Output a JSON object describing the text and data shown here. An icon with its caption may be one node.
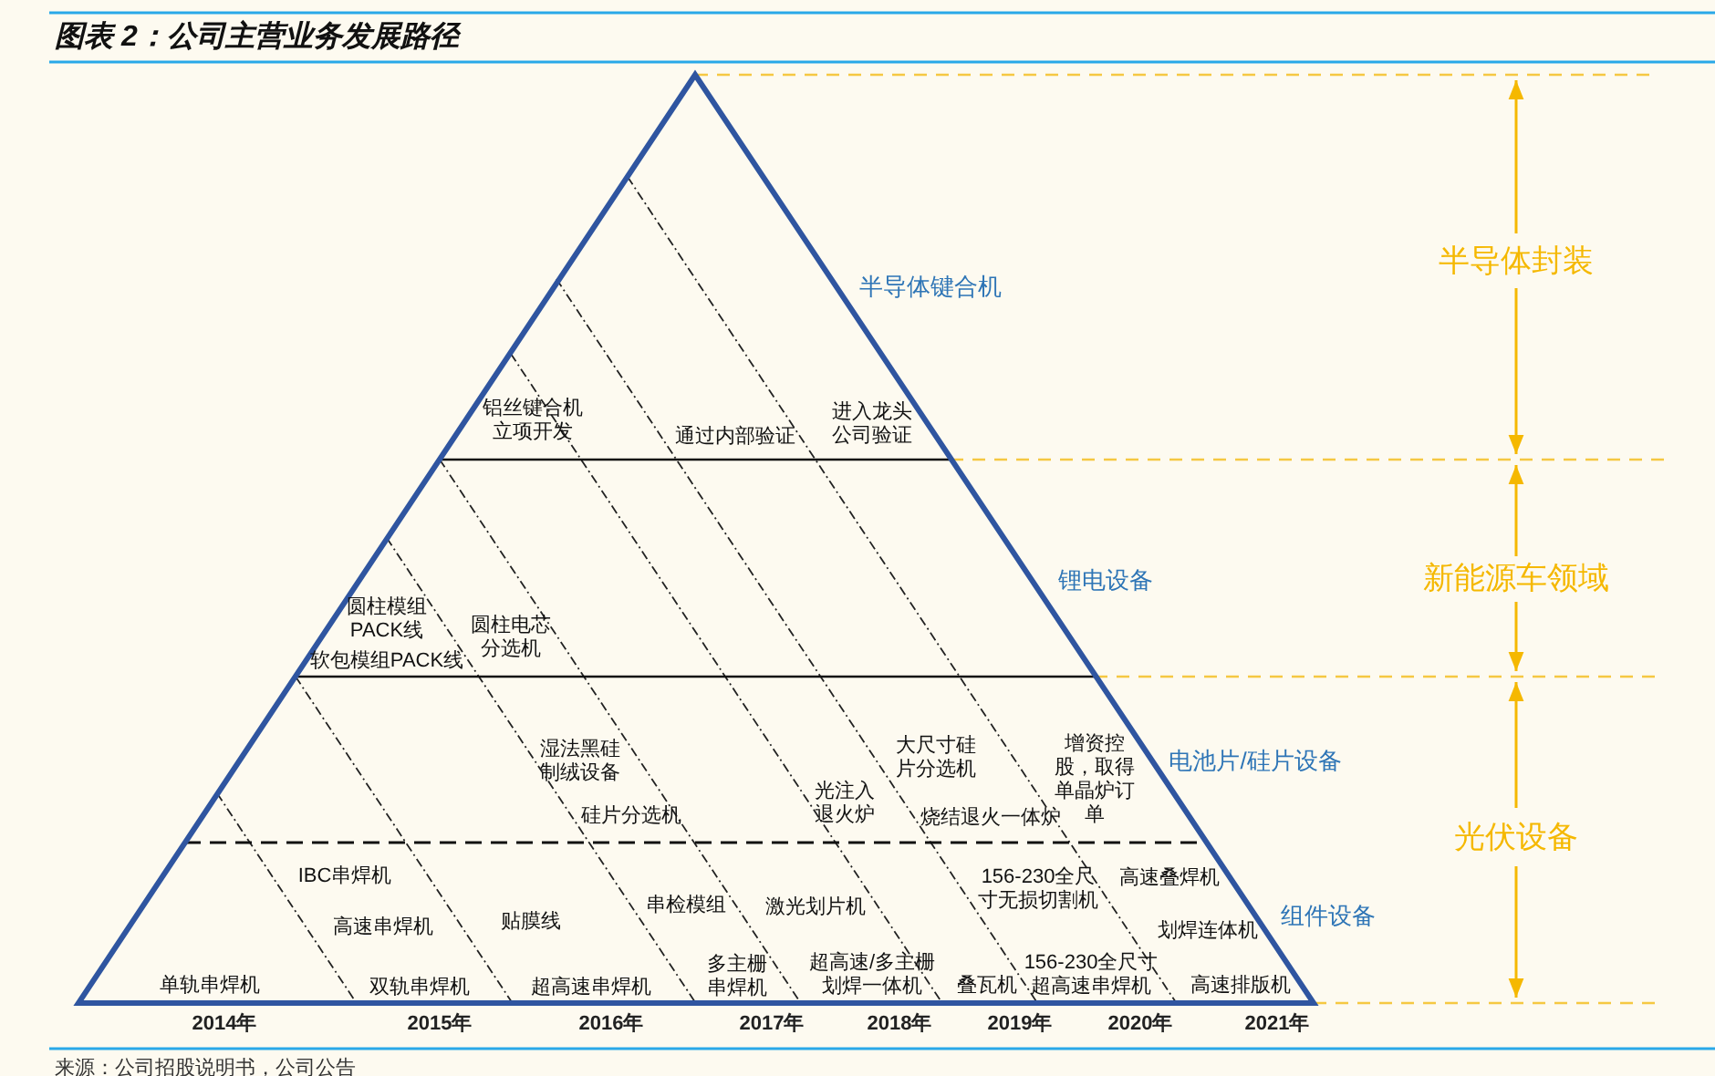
{
  "diagram": {
    "title": "图表 2：公司主营业务发展路径",
    "caption": "来源：公司招股说明书，公司公告",
    "labels": [
      "铝丝键合机立项开发",
      "通过内部验证",
      "进入龙头公司验证",
      "半导体键合机",
      "半导体封装",
      "圆柱模组PACK线",
      "软包模组PACK线",
      "圆柱电芯分选机",
      "锂电设备",
      "新能源车领域",
      "湿法黑硅制绒设备",
      "硅片分选机",
      "光注入退火炉",
      "大尺寸硅片分选机",
      "烧结退火一体炉",
      "增资控股，取得单晶炉订单",
      "电池片/硅片设备",
      "光伏设备",
      "IBC串焊机",
      "高速串焊机",
      "贴膜线",
      "串检模组",
      "激光划片机",
      "156-230全尺寸无损切割机",
      "高速叠焊机",
      "组件设备",
      "划焊连体机",
      "单轨串焊机",
      "双轨串焊机",
      "超高速串焊机",
      "多主栅串焊机",
      "超高速/多主栅划焊一体机",
      "叠瓦机",
      "156-230全尺寸超高速串焊机",
      "高速排版机",
      "2014年",
      "2015年",
      "2016年",
      "2017年",
      "2018年",
      "2019年",
      "2020年",
      "2021年"
    ]
  }
}
